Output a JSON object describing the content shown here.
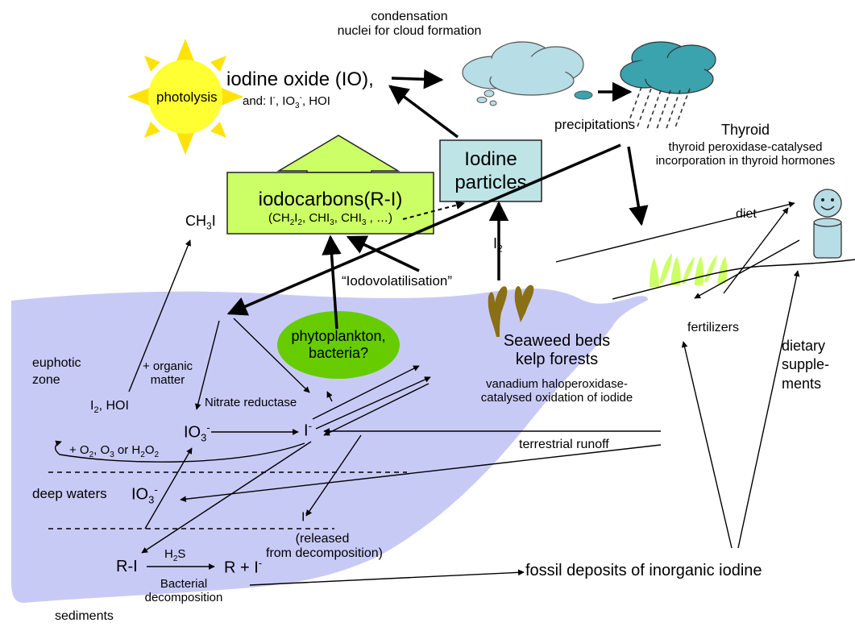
{
  "colors": {
    "sea": "#c8caf6",
    "sun": "#ffff33",
    "sun_ray": "#ffe20a",
    "iodocarbon_box": "#ccff66",
    "particles_box": "#bfe4e6",
    "phytoplankton": "#66cc00",
    "cloud_light": "#b7dde6",
    "cloud_dark": "#3aa3ad",
    "seaweed": "#8a6f14",
    "crops": "#ccff66",
    "person": "#b7dde6"
  },
  "icons": [
    "sun-icon",
    "cloud-icon",
    "rain-cloud-icon",
    "seaweed-icon",
    "crop-icon",
    "person-icon"
  ],
  "labels": {
    "cloud_condensation_1": "condensation",
    "cloud_condensation_2": "nuclei for cloud formation",
    "photolysis": "photolysis",
    "iodine_oxide": "iodine oxide (IO),",
    "iodine_oxide_species": {
      "a": "and: I",
      "b": "-",
      "c": ", IO",
      "d": "3",
      "e": "-",
      "f": ", HOI"
    },
    "precipitations": "precipitations",
    "thyroid_title": "Thyroid",
    "thyroid_desc_1": "thyroid peroxidase-catalysed",
    "thyroid_desc_2": "incorporation in thyroid hormones",
    "iodocarbons_title": "iodocarbons(R-I)",
    "iodocarbons_species": {
      "a": "(CH",
      "b": "2",
      "c": "I",
      "d": "2",
      "e": ", CHI",
      "f": "3",
      "g": ", CHI",
      "h": "3",
      "i": " , …)"
    },
    "iodine_particles_1": "Iodine",
    "iodine_particles_2": "particles",
    "ch3i": {
      "a": "CH",
      "b": "3",
      "c": "I"
    },
    "diet": "diet",
    "i2_air": {
      "a": "I",
      "b": "2"
    },
    "iodovolatilisation": "“Iodovolatilisation”",
    "phytoplankton_1": "phytoplankton,",
    "phytoplankton_2": "bacteria?",
    "seaweed_1": "Seaweed beds",
    "seaweed_2": "kelp forests",
    "vanadium_1": "vanadium haloperoxidase-",
    "vanadium_2": "catalysed oxidation of iodide",
    "fertilizers": "fertilizers",
    "dietary_1": "dietary",
    "dietary_2": "supple-",
    "dietary_3": "ments",
    "euphotic_1": "euphotic",
    "euphotic_2": "zone",
    "organic_1": "+ organic",
    "organic_2": "matter",
    "i2_hoi": {
      "a": "I",
      "b": "2",
      "c": ", HOI"
    },
    "nitrate_reductase": "Nitrate reductase",
    "io3_upper": {
      "a": "IO",
      "b": "3",
      "c": "-"
    },
    "iodide_upper": {
      "a": "I",
      "b": "-"
    },
    "oxidants": {
      "a": "+ O",
      "b": "2",
      "c": ", O",
      "d": "3",
      "e": " or H",
      "f": "2",
      "g": "O",
      "h": "2"
    },
    "terrestrial_runoff": "terrestrial runoff",
    "deep_waters": "deep waters",
    "io3_deep": {
      "a": "IO",
      "b": "3",
      "c": "-"
    },
    "iodide_deep": {
      "a": "I",
      "b": "-"
    },
    "released_1": "(released",
    "released_2": "from decomposition)",
    "ri": "R-I",
    "h2s": {
      "a": "H",
      "b": "2",
      "c": "S"
    },
    "r_plus_i": {
      "a": "R + I",
      "b": "-"
    },
    "bacterial_1": "Bacterial",
    "bacterial_2": "decomposition",
    "fossil": "fossil deposits of inorganic iodine",
    "sediments": "sediments"
  }
}
